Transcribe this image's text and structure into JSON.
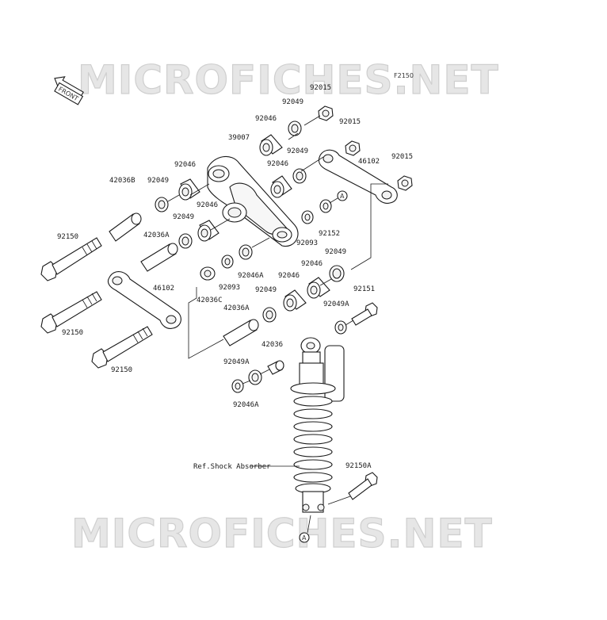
{
  "watermark": {
    "text": "MICROFICHES.NET"
  },
  "diagram_code": "F2150",
  "front_arrow": {
    "text": "FRONT"
  },
  "reference_label": "Ref.Shock Absorber",
  "marker": "A",
  "parts": {
    "p92015_a": "92015",
    "p92049_a": "92049",
    "p92046_a": "92046",
    "p39007": "39007",
    "p92015_b": "92015",
    "p92049_b": "92049",
    "p92046_b": "92046",
    "p46102_a": "46102",
    "p92015_c": "92015",
    "p92046_c": "92046",
    "p92049_c": "92049",
    "p42036B": "42036B",
    "p92049_d": "92049",
    "p92046_d": "92046",
    "p42036A_a": "42036A",
    "p92150_a": "92150",
    "p92093_a": "92093",
    "p92152": "92152",
    "p92049_e": "92049",
    "p92046_e": "92046",
    "p92046A_a": "92046A",
    "p92093_b": "92093",
    "p92046_f": "92046",
    "p46102_b": "46102",
    "p92049_f": "92049",
    "p92151": "92151",
    "p42036C": "42036C",
    "p42036A_b": "42036A",
    "p92049A_a": "92049A",
    "p92150_b": "92150",
    "p42036": "42036",
    "p92150_c": "92150",
    "p92049A_b": "92049A",
    "p92046A_b": "92046A",
    "p92150A": "92150A"
  }
}
